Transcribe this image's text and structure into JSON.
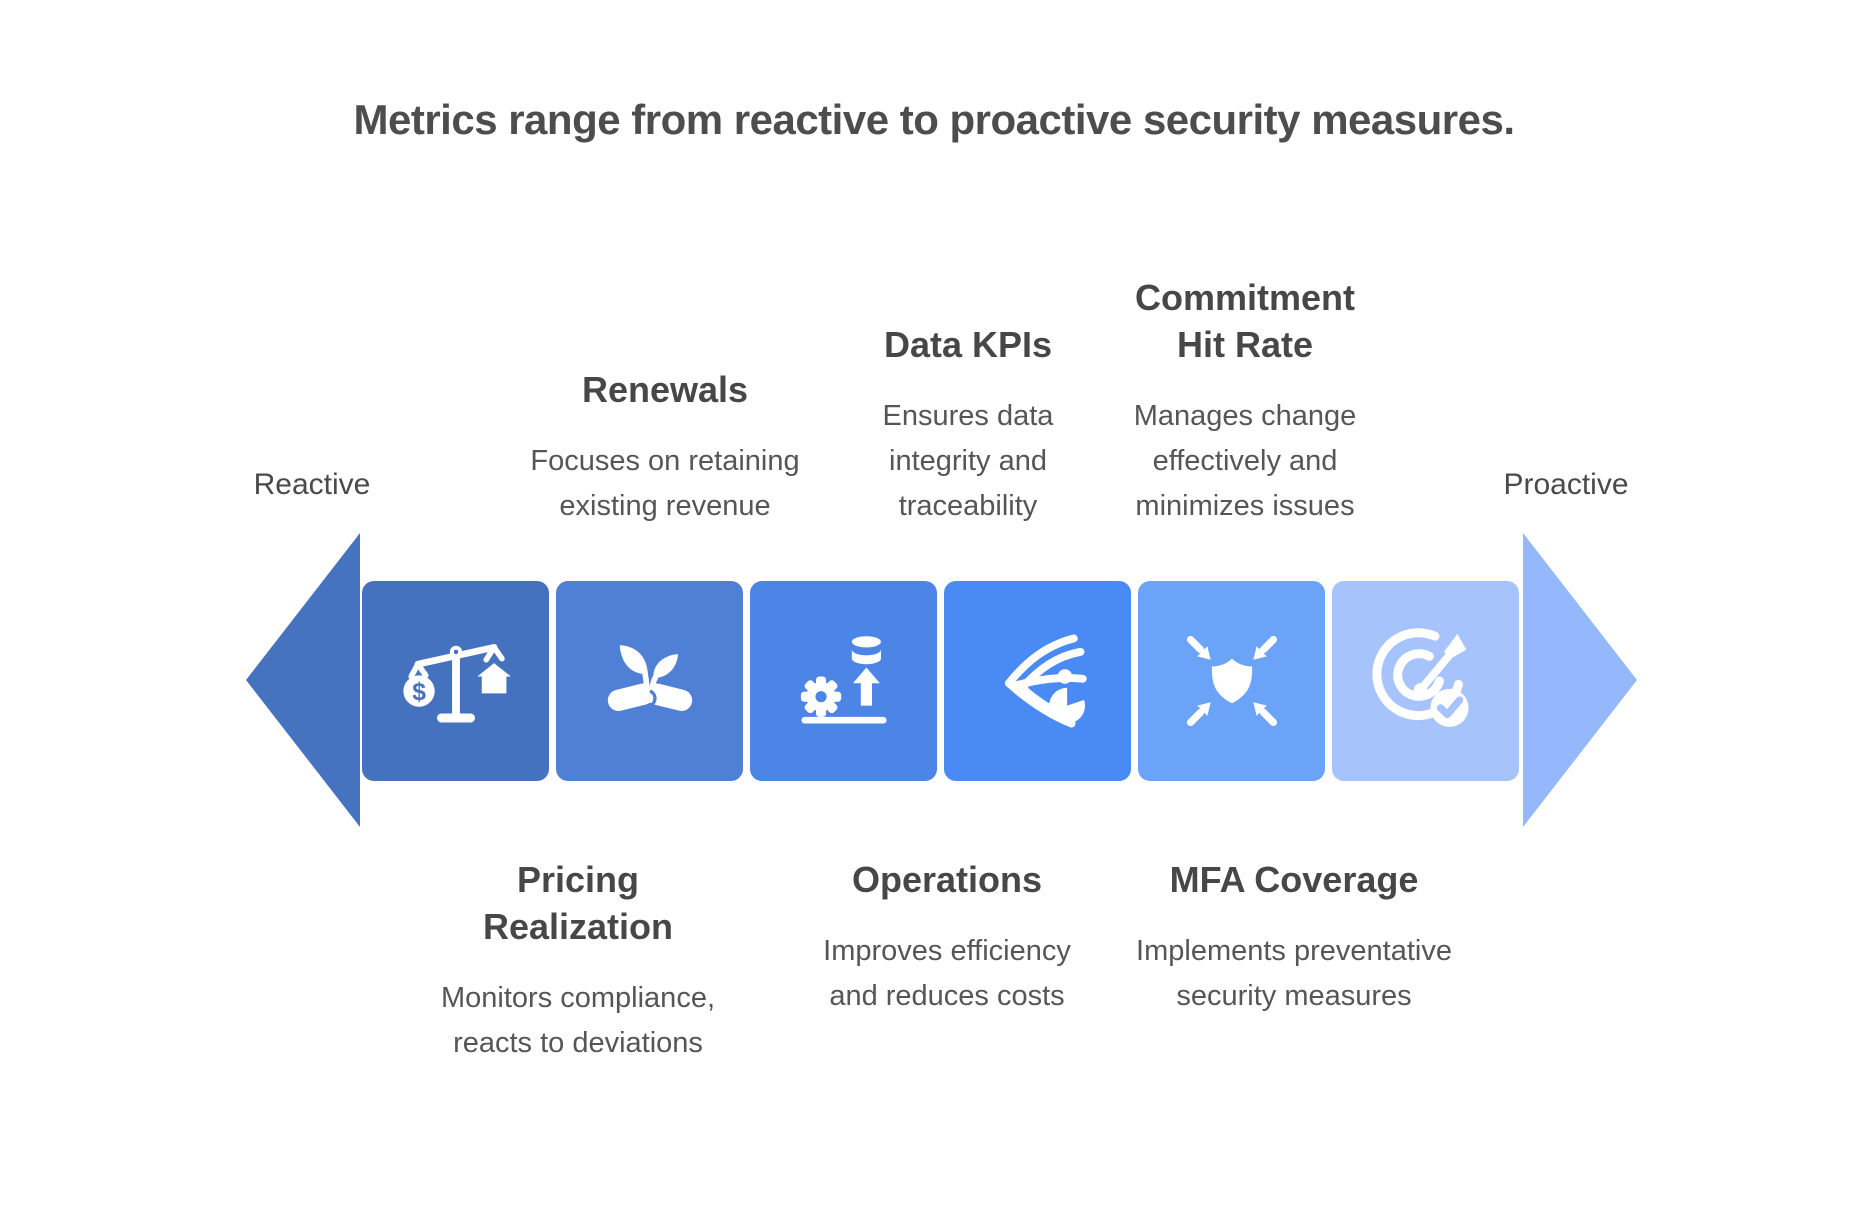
{
  "title": "Metrics range from reactive to proactive security measures.",
  "endpoints": {
    "left": "Reactive",
    "right": "Proactive"
  },
  "arrow": {
    "left_color": "#4573c0",
    "right_color": "#94b8fb",
    "coin_symbol": "$",
    "boxes": [
      {
        "label": "pricing-realization",
        "icon": "balance-scale-icon",
        "color": "#4472be",
        "style": "background-color:#4472be;color:#4472be"
      },
      {
        "label": "renewals",
        "icon": "growth-handshake-icon",
        "color": "#4f80d6",
        "style": "background-color:#4f80d6;color:#4f80d6"
      },
      {
        "label": "operations",
        "icon": "gear-upload-icon",
        "color": "#4c85e6",
        "style": "background-color:#4c85e6;color:#4c85e6"
      },
      {
        "label": "data-kpis",
        "icon": "flow-pie-icon",
        "color": "#4a8af4",
        "style": "background-color:#4a8af4;color:#4a8af4"
      },
      {
        "label": "mfa-coverage",
        "icon": "shield-converge-icon",
        "color": "#6ba3f8",
        "style": "background-color:#6ba3f8;color:#6ba3f8"
      },
      {
        "label": "commitment-hit-rate",
        "icon": "target-check-icon",
        "color": "#a6c4fb",
        "style": "background-color:#a6c4fb;color:#a6c4fb"
      }
    ]
  },
  "top_labels": [
    {
      "heading": "Renewals",
      "body": "Focuses on retaining existing revenue"
    },
    {
      "heading": "Data KPIs",
      "body": "Ensures data integrity and traceability"
    },
    {
      "heading": "Commitment Hit Rate",
      "body": "Manages change effectively and minimizes issues"
    }
  ],
  "bottom_labels": [
    {
      "heading": "Pricing Realization",
      "body": "Monitors compliance, reacts to deviations"
    },
    {
      "heading": "Operations",
      "body": "Improves efficiency and reduces costs"
    },
    {
      "heading": "MFA Coverage",
      "body": "Implements preventative security measures"
    }
  ],
  "text_colors": {
    "title": "#4d4d4d",
    "heading": "#474747",
    "body": "#565656"
  }
}
